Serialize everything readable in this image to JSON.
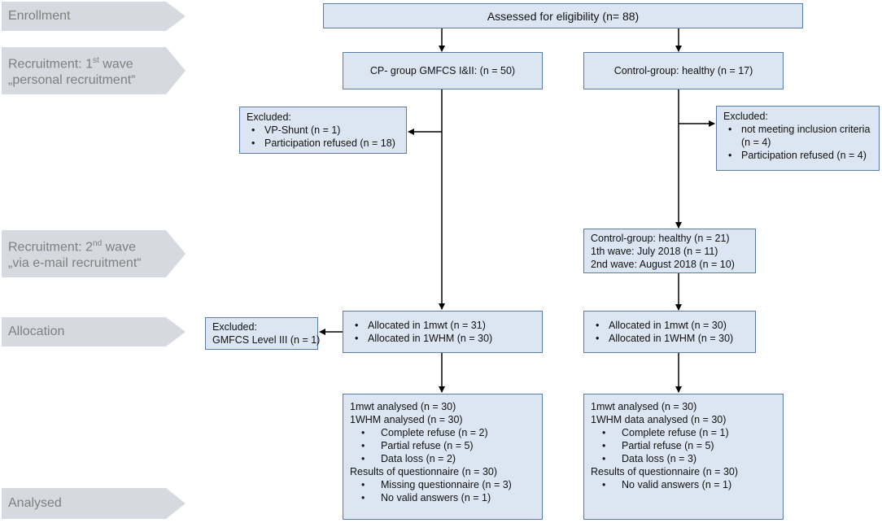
{
  "stages": [
    {
      "name": "enrollment",
      "lines": [
        "Enrollment"
      ]
    },
    {
      "name": "recruitment-1",
      "lines": [
        "Recruitment: 1",
        "„personal recruitment“"
      ],
      "sup": "st",
      "sup_suffix": " wave"
    },
    {
      "name": "recruitment-2",
      "lines": [
        "Recruitment: 2",
        "„via e-mail recruitment“"
      ],
      "sup": "nd",
      "sup_suffix": " wave"
    },
    {
      "name": "allocation",
      "lines": [
        "Allocation"
      ]
    },
    {
      "name": "analysed",
      "lines": [
        "Analysed"
      ]
    }
  ],
  "boxes": {
    "assessed": "Assessed for eligibility (n= 88)",
    "cp_group": "CP- group GMFCS I&II: (n = 50)",
    "control_group": "Control-group:  healthy (n = 17)",
    "excluded_cp": {
      "title": "Excluded:",
      "items": [
        "VP-Shunt (n = 1)",
        "Participation refused (n = 18)"
      ]
    },
    "excluded_control": {
      "title": "Excluded:",
      "items": [
        "not meeting inclusion criteria (n = 4)",
        "Participation refused (n = 4)"
      ]
    },
    "control_group_2": {
      "lines": [
        "Control-group:  healthy (n = 21)",
        "1th wave: July 2018 (n = 11)",
        "2nd wave: August 2018 (n = 10)"
      ]
    },
    "excluded_alloc": {
      "lines": [
        "Excluded:",
        "GMFCS Level III (n = 1)"
      ]
    },
    "alloc_cp": [
      "Allocated in 1mwt (n = 31)",
      "Allocated in 1WHM (n = 30)"
    ],
    "alloc_control": [
      "Allocated in 1mwt (n = 30)",
      "Allocated in 1WHM (n = 30)"
    ],
    "analysed_cp": {
      "line1": "1mwt analysed (n = 30)",
      "line2": "1WHM analysed (n = 30)",
      "sub1": [
        "Complete refuse (n = 2)",
        "Partial refuse (n = 5)",
        "Data loss (n = 2)"
      ],
      "line3": "Results of questionnaire (n = 30)",
      "sub2": [
        "Missing questionnaire (n = 3)",
        "No valid answers (n = 1)"
      ]
    },
    "analysed_control": {
      "line1": "1mwt analysed (n = 30)",
      "line2": "1WHM data analysed (n = 30)",
      "sub1": [
        "Complete refuse (n = 1)",
        "Partial refuse (n = 5)",
        "Data loss (n = 3)"
      ],
      "line3": "Results of questionnaire (n = 30)",
      "sub2": [
        "No valid answers (n = 1)"
      ]
    }
  },
  "colors": {
    "box_fill": "#dce6f2",
    "box_border": "#5b7ba8",
    "stage_fill": "#d6dae0",
    "stage_text": "#7f7f7f",
    "arrow": "#000000"
  }
}
